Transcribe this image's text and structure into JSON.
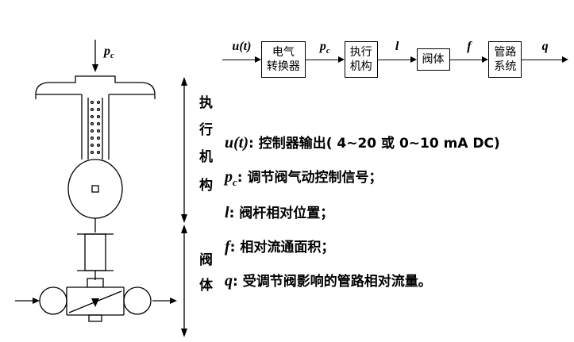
{
  "valve": {
    "pc_main": "p",
    "pc_sub": "c",
    "dim1_chars": [
      "执",
      "行",
      "机",
      "构"
    ],
    "dim2_chars": [
      "阀",
      "体"
    ]
  },
  "block_diagram": {
    "input_label": "u(t)",
    "blocks": [
      {
        "line1": "电气",
        "line2": "转换器"
      },
      {
        "line1": "执行",
        "line2": "机构"
      },
      {
        "line1": "阀体",
        "line2": ""
      },
      {
        "line1": "管路",
        "line2": "系统"
      }
    ],
    "arrow_labels": [
      {
        "main": "p",
        "sub": "c"
      },
      {
        "main": "l",
        "sub": ""
      },
      {
        "main": "f",
        "sub": ""
      },
      {
        "main": "q",
        "sub": ""
      }
    ]
  },
  "definitions": [
    {
      "sym_main": "u(t)",
      "sym_sub": "",
      "desc": ": 控制器输出( 4~20 或 0~10 mA  DC)"
    },
    {
      "sym_main": "p",
      "sym_sub": "c",
      "desc": ": 调节阀气动控制信号；"
    },
    {
      "sym_main": "l",
      "sym_sub": "",
      "desc": ": 阀杆相对位置；"
    },
    {
      "sym_main": "f",
      "sym_sub": "",
      "desc": ": 相对流通面积；"
    },
    {
      "sym_main": "q",
      "sym_sub": "",
      "desc": ": 受调节阀影响的管路相对流量。"
    }
  ]
}
